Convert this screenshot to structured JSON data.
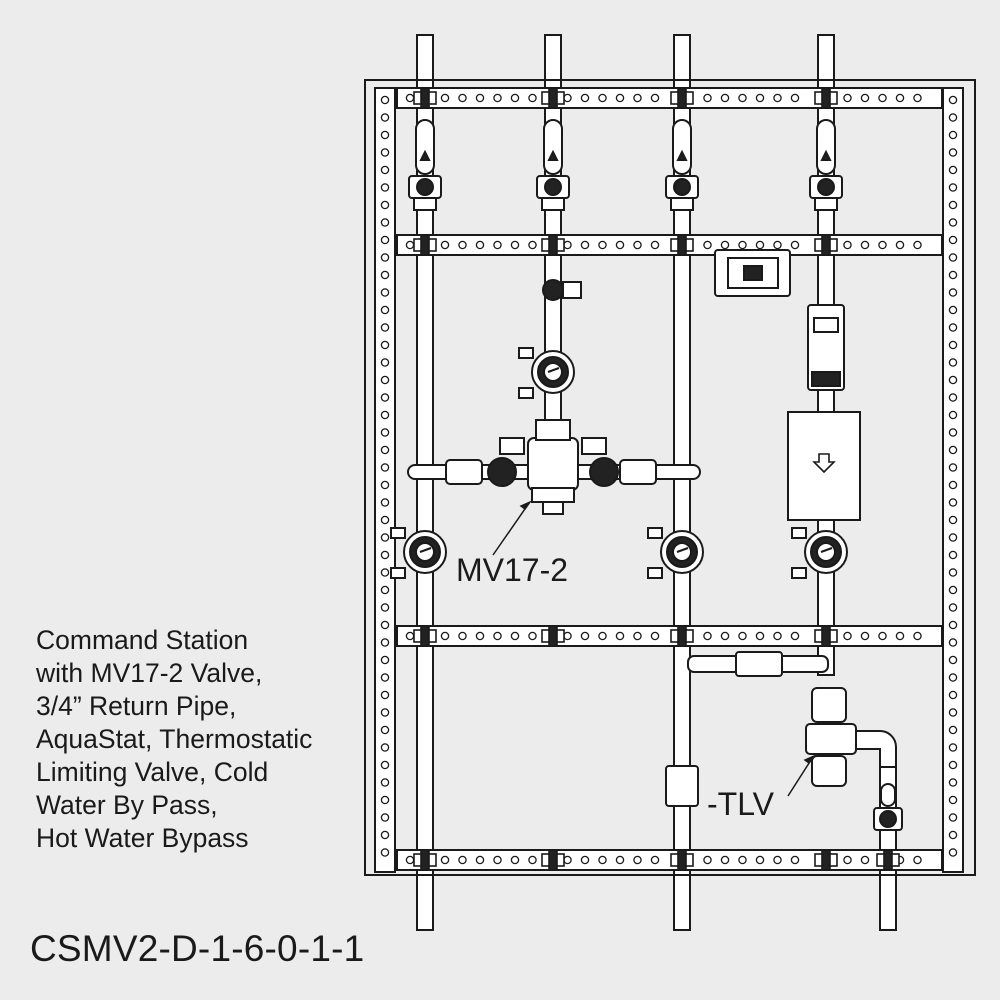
{
  "callouts": {
    "mixing_valve": "MV17-2",
    "limiting_valve": "-TLV"
  },
  "description": {
    "lines": [
      "Command Station",
      "with MV17-2 Valve,",
      "3/4” Return Pipe,",
      "AquaStat, Thermostatic",
      "Limiting Valve, Cold",
      "Water By Pass,",
      "Hot Water Bypass"
    ]
  },
  "model_number": "CSMV2-D-1-6-0-1-1",
  "colors": {
    "background": "#ececec",
    "line": "#1a1a1a",
    "fill": "#ffffff",
    "dark": "#222222"
  }
}
